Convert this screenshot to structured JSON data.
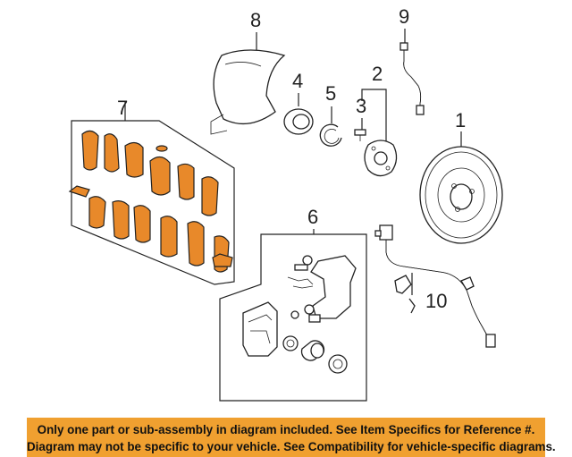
{
  "callouts": {
    "c1": "1",
    "c2": "2",
    "c3": "3",
    "c4": "4",
    "c5": "5",
    "c6": "6",
    "c7": "7",
    "c8": "8",
    "c9": "9",
    "c10": "10"
  },
  "banner": {
    "line1": "Only one part or sub-assembly in diagram included. See Item Specifics for Reference #.",
    "line2": "Diagram may not be specific to your vehicle. See Compatibility for vehicle-specific diagrams."
  },
  "colors": {
    "highlight": "#e8892a",
    "banner": "#f0a030"
  }
}
